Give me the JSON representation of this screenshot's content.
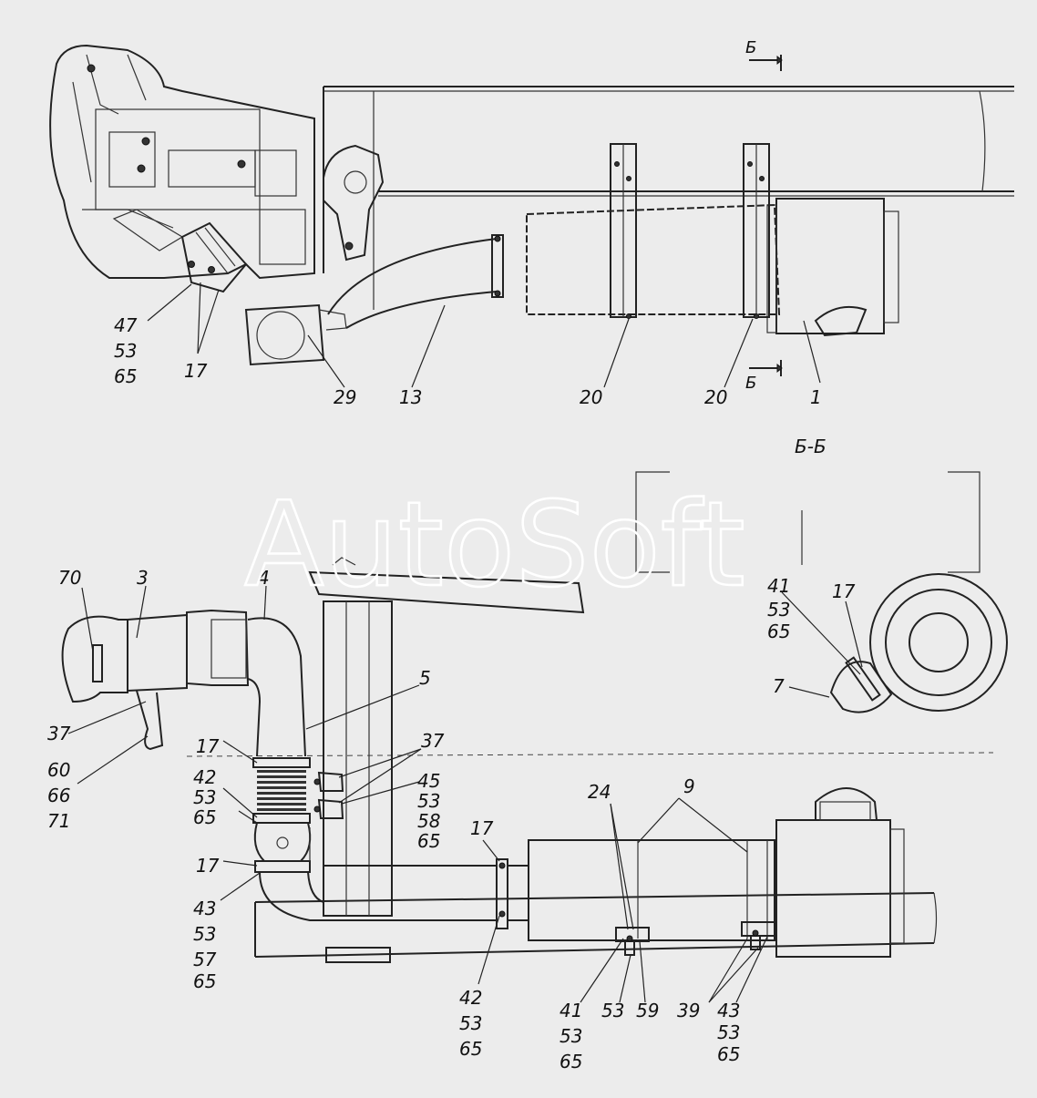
{
  "watermark": "AutoSoft",
  "section_marks": {
    "top": "Б",
    "bottom": "Б",
    "section_title": "Б-Б"
  },
  "callouts": {
    "c47": "47",
    "c53a": "53",
    "c65a": "65",
    "c17a": "17",
    "c29": "29",
    "c13": "13",
    "c20a": "20",
    "c20b": "20",
    "c1": "1",
    "c70": "70",
    "c3": "3",
    "c4": "4",
    "c5": "5",
    "c37a": "37",
    "c60": "60",
    "c66": "66",
    "c71": "71",
    "c17b": "17",
    "c42a": "42",
    "c53b": "53",
    "c65b": "65",
    "c17c": "17",
    "c43a": "43",
    "c53c": "53",
    "c57": "57",
    "c65c": "65",
    "c37b": "37",
    "c45": "45",
    "c53d": "53",
    "c58": "58",
    "c65d": "65",
    "c17d": "17",
    "c42b": "42",
    "c53e": "53",
    "c65e": "65",
    "c24": "24",
    "c9": "9",
    "c41a": "41",
    "c53f": "53",
    "c65f": "65",
    "c53g": "53",
    "c59": "59",
    "c39": "39",
    "c43b": "43",
    "c53h": "53",
    "c65g": "65",
    "c41b": "41",
    "c53i": "53",
    "c65h": "65",
    "c17e": "17",
    "c7": "7"
  },
  "icons": [
    "engine-block-drawing",
    "air-filter-drawing",
    "corrugated-hose-drawing",
    "intake-pipe-drawing"
  ]
}
